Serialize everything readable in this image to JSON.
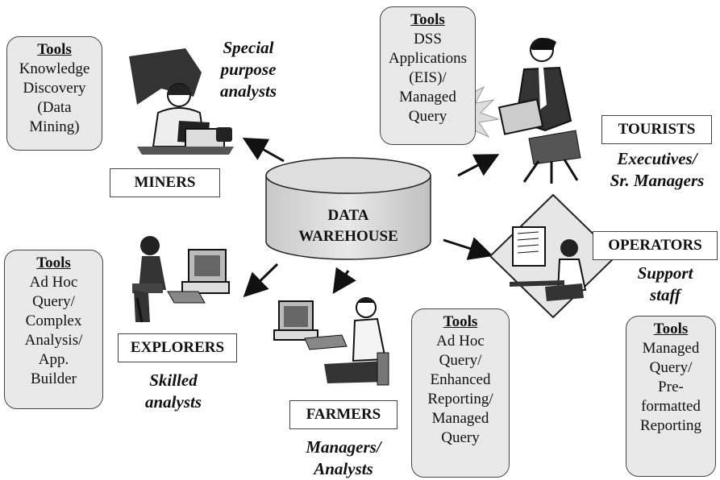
{
  "warehouse": {
    "line1": "DATA",
    "line2": "WAREHOUSE"
  },
  "boxes": {
    "miners": {
      "header": "Tools",
      "lines": [
        "Knowledge",
        "Discovery",
        "(Data",
        "Mining)"
      ]
    },
    "tourists": {
      "header": "Tools",
      "lines": [
        "DSS",
        "Applications",
        "(EIS)/",
        "Managed",
        "Query"
      ]
    },
    "explorers": {
      "header": "Tools",
      "lines": [
        "Ad Hoc",
        "Query/",
        "Complex",
        "Analysis/",
        "App.",
        "Builder"
      ]
    },
    "farmers": {
      "header": "Tools",
      "lines": [
        "Ad Hoc",
        "Query/",
        "Enhanced",
        "Reporting/",
        "Managed",
        "Query"
      ]
    },
    "operators": {
      "header": "Tools",
      "lines": [
        "Managed",
        "Query/",
        "Pre-",
        "formatted",
        "Reporting"
      ]
    }
  },
  "labels": {
    "miners": "MINERS",
    "tourists": "TOURISTS",
    "explorers": "EXPLORERS",
    "farmers": "FARMERS",
    "operators": "OPERATORS"
  },
  "roles": {
    "miners": [
      "Special",
      "purpose",
      "analysts"
    ],
    "tourists": [
      "Executives/",
      "Sr. Managers"
    ],
    "explorers": [
      "Skilled",
      "analysts"
    ],
    "farmers": [
      "Managers/",
      "Analysts"
    ],
    "operators": [
      "Support",
      "staff"
    ]
  },
  "colors": {
    "box_fill": "#e9e9e9",
    "cylinder_fill": "#dcdcdc",
    "stroke": "#222222"
  },
  "icons": [
    "miner-clipart-icon",
    "tourist-executive-clipart-icon",
    "explorer-clipart-icon",
    "farmer-clipart-icon",
    "operator-clipart-icon"
  ]
}
